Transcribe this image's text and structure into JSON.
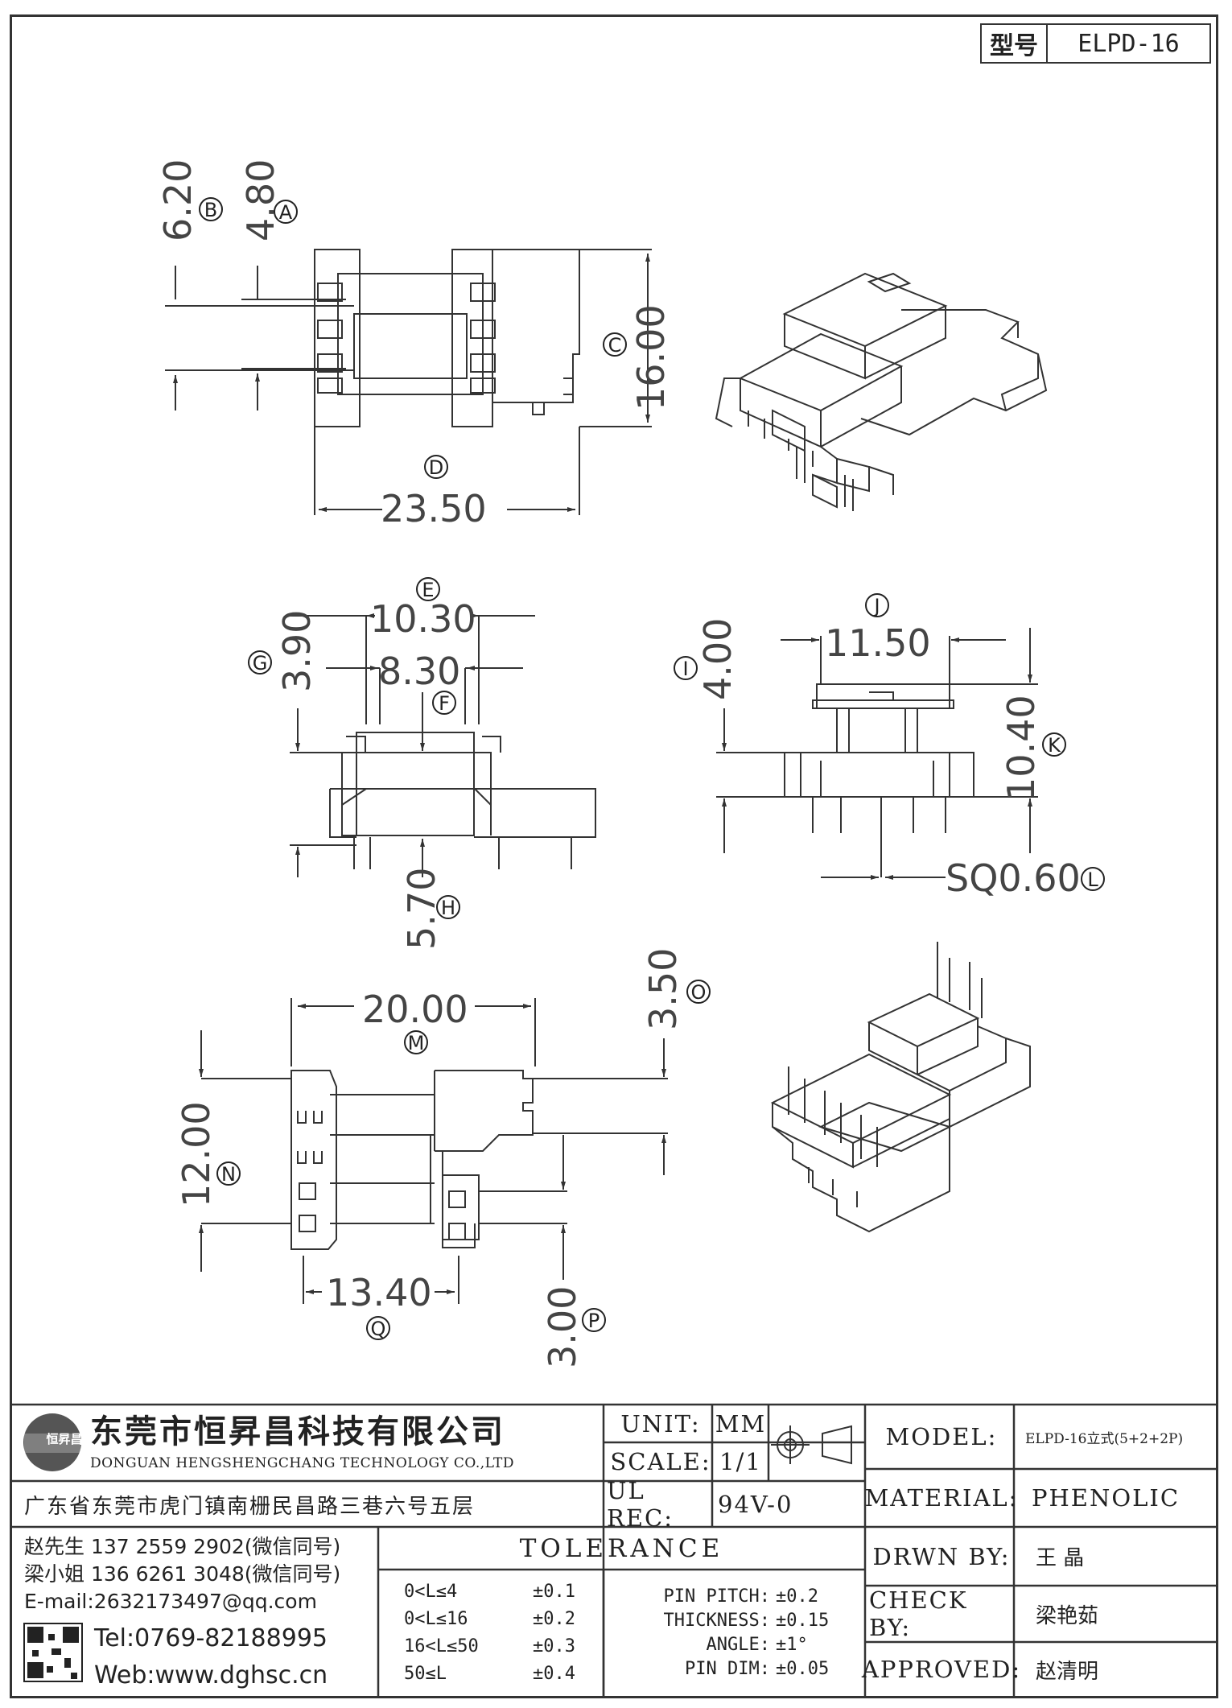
{
  "header": {
    "type_label": "型号",
    "type_value": "ELPD-16"
  },
  "dimensions": {
    "B": {
      "letter": "B",
      "value": "6.20"
    },
    "A": {
      "letter": "A",
      "value": "4.80"
    },
    "C": {
      "letter": "C",
      "value": "16.00"
    },
    "D": {
      "letter": "D",
      "value": "23.50"
    },
    "E": {
      "letter": "E",
      "value": "10.30"
    },
    "G": {
      "letter": "G",
      "value": "3.90"
    },
    "F": {
      "letter": "F",
      "value": "8.30"
    },
    "H": {
      "letter": "H",
      "value": "5.70"
    },
    "J": {
      "letter": "J",
      "value": "11.50"
    },
    "I": {
      "letter": "I",
      "value": "4.00"
    },
    "K": {
      "letter": "K",
      "value": "10.40"
    },
    "L": {
      "letter": "L",
      "value": "SQ0.60"
    },
    "M": {
      "letter": "M",
      "value": "20.00"
    },
    "O": {
      "letter": "O",
      "value": "3.50"
    },
    "N": {
      "letter": "N",
      "value": "12.00"
    },
    "Q": {
      "letter": "Q",
      "value": "13.40"
    },
    "P": {
      "letter": "P",
      "value": "3.00"
    }
  },
  "title_block": {
    "company_cn": "东莞市恒昇昌科技有限公司",
    "company_en": "DONGUAN HENGSHENGCHANG TECHNOLOGY CO.,LTD",
    "logo_text": "恒昇昌",
    "address": "广东省东莞市虎门镇南栅民昌路三巷六号五层",
    "unit_label": "UNIT:",
    "unit_value": "MM",
    "scale_label": "SCALE:",
    "scale_value": "1/1",
    "ul_label": "UL REC:",
    "ul_value": "94V-0",
    "contacts": [
      "赵先生 137 2559 2902(微信同号)",
      "梁小姐 136 6261 3048(微信同号)",
      "E-mail:2632173497@qq.com"
    ],
    "tel": "Tel:0769-82188995",
    "web": "Web:www.dghsc.cn",
    "tolerance_title": "TOLERANCE",
    "tolerances": [
      {
        "range": "0<L≤4",
        "value": "±0.1"
      },
      {
        "range": "0<L≤16",
        "value": "±0.2"
      },
      {
        "range": "16<L≤50",
        "value": "±0.3"
      },
      {
        "range": "50≤L",
        "value": "±0.4"
      }
    ],
    "extra_tolerances": [
      {
        "label": "PIN PITCH:",
        "value": "±0.2"
      },
      {
        "label": "THICKNESS:",
        "value": "±0.15"
      },
      {
        "label": "ANGLE:",
        "value": "±1°"
      },
      {
        "label": "PIN DIM:",
        "value": "±0.05"
      }
    ],
    "model_label": "MODEL:",
    "model_value": "ELPD-16立式(5+2+2P)",
    "material_label": "MATERIAL:",
    "material_value": "PHENOLIC",
    "drawn_label": "DRWN BY:",
    "drawn_value": "王 晶",
    "check_label": "CHECK BY:",
    "check_value": "梁艳茹",
    "approved_label": "APPROVED:",
    "approved_value": "赵清明"
  }
}
